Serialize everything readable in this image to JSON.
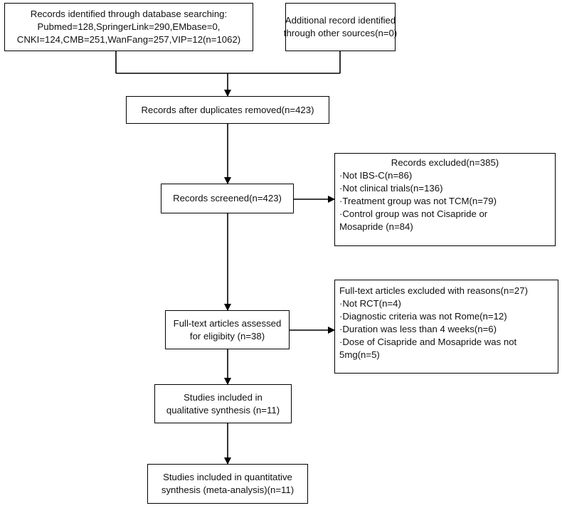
{
  "boxes": {
    "db_search": {
      "lines": [
        "Records identified through database searching:",
        "Pubmed=128,SpringerLink=290,EMbase=0,",
        "CNKI=124,CMB=251,WanFang=257,VIP=12(n=1062)"
      ]
    },
    "other_sources": {
      "lines": [
        "Additional record identified",
        "through other sources(n=0)"
      ]
    },
    "duplicates_removed": {
      "lines": [
        "Records after duplicates removed(n=423)"
      ]
    },
    "screened": {
      "lines": [
        "Records screened(n=423)"
      ]
    },
    "excluded": {
      "title": "Records excluded(n=385)",
      "items": [
        "·Not IBS-C(n=86)",
        "·Not clinical trials(n=136)",
        "·Treatment group was not TCM(n=79)",
        "·Control group was not Cisapride or",
        "Mosapride (n=84)"
      ]
    },
    "fulltext_assessed": {
      "lines": [
        "Full-text articles assessed",
        "for eligibity (n=38)"
      ]
    },
    "fulltext_excluded": {
      "title": "Full-text articles excluded with reasons(n=27)",
      "items": [
        "·Not RCT(n=4)",
        "·Diagnostic criteria was not Rome(n=12)",
        "·Duration was less than 4 weeks(n=6)",
        "·Dose of Cisapride and Mosapride was not",
        "5mg(n=5)"
      ]
    },
    "qualitative": {
      "lines": [
        "Studies included in",
        "qualitative synthesis (n=11)"
      ]
    },
    "quantitative": {
      "lines": [
        "Studies included in quantitative",
        "synthesis (meta-analysis)(n=11)"
      ]
    }
  }
}
